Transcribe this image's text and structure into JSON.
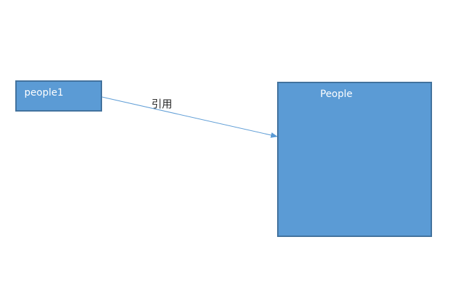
{
  "diagram": {
    "source_node": {
      "label": "people1"
    },
    "target_node": {
      "label": "People"
    },
    "edge": {
      "label": "引用",
      "type": "arrow"
    }
  },
  "colors": {
    "node_fill": "#5b9bd5",
    "node_border": "#41719c",
    "arrow": "#5b9bd5",
    "node_text": "#ffffff",
    "edge_text": "#262626"
  }
}
